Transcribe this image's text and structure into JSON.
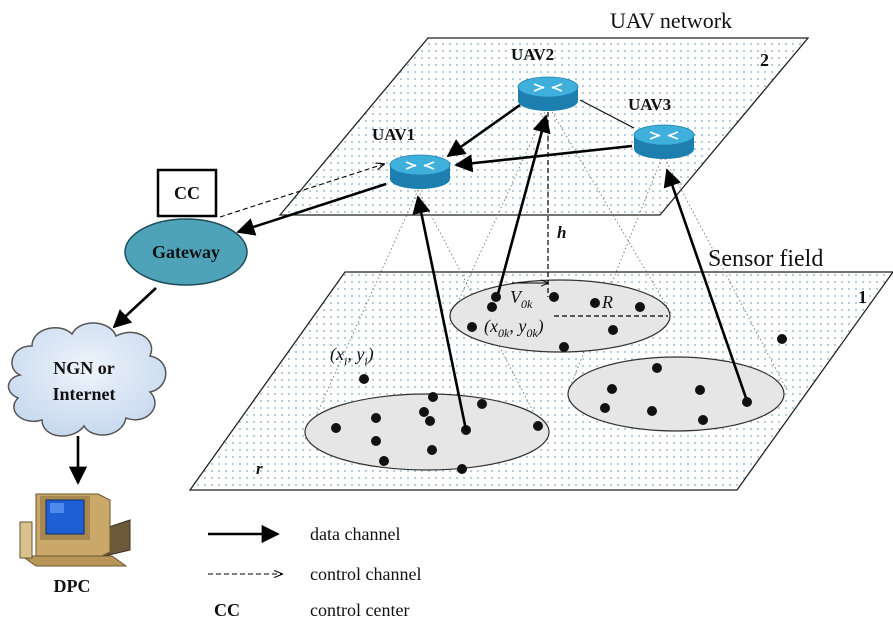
{
  "planes": {
    "uav_label": "UAV network",
    "uav_number": "2",
    "sensor_label": "Sensor field",
    "sensor_number": "1"
  },
  "uavs": {
    "uav1": "UAV1",
    "uav2": "UAV2",
    "uav3": "UAV3"
  },
  "nodes": {
    "cc": "CC",
    "gateway": "Gateway",
    "cloud_line1": "NGN or",
    "cloud_line2": "Internet",
    "dpc": "DPC"
  },
  "math": {
    "h": "h",
    "r": "r",
    "R": "R",
    "v": "V",
    "v_sub": "0k",
    "xi": "(x",
    "xi_sub": "i",
    "yi": ", y",
    "yi_sub": "i",
    "close": ")",
    "x0k": "(x",
    "x0k_sub": "0k",
    "y0k": ", y",
    "y0k_sub": "0k",
    "close2": ")"
  },
  "legend": {
    "data": "data channel",
    "control": "control channel",
    "cc_abbr": "CC",
    "cc_text": "control center"
  },
  "colors": {
    "plane_dot": "#7fa9c9",
    "gateway_fill": "#4fa3b8",
    "cloud_fill": "#d6e4f5",
    "uav_top": "#3fb0dc",
    "uav_side": "#1d7fb0",
    "ellipse_fill": "#e6e6e6"
  }
}
